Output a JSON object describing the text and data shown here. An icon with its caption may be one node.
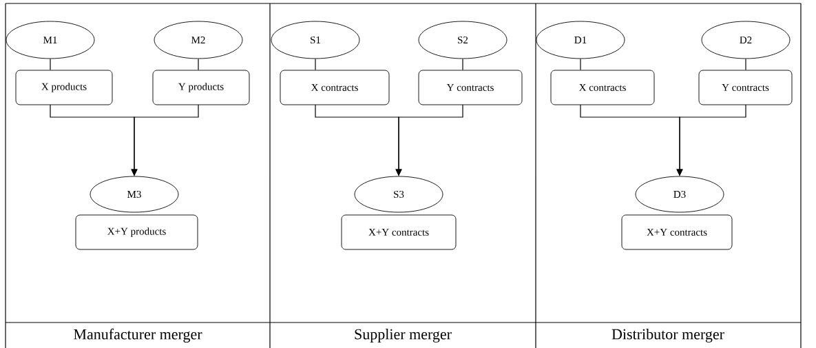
{
  "diagram": {
    "nodes": [
      {
        "text": [
          "M1"
        ]
      },
      {
        "text": [
          "X products"
        ]
      },
      {
        "text": [
          "M2"
        ]
      },
      {
        "text": [
          "Y products"
        ]
      },
      {
        "text": [
          "M3"
        ]
      },
      {
        "text": [
          "X+Y products"
        ]
      },
      {
        "text": [
          "S1"
        ]
      },
      {
        "text": [
          "X contracts"
        ]
      },
      {
        "text": [
          "S2"
        ]
      },
      {
        "text": [
          "Y contracts"
        ]
      },
      {
        "text": [
          "S3"
        ]
      },
      {
        "text": [
          "X+Y contracts"
        ]
      },
      {
        "text": [
          "D1"
        ]
      },
      {
        "text": [
          "X contracts"
        ]
      },
      {
        "text": [
          "D2"
        ]
      },
      {
        "text": [
          "Y contracts"
        ]
      },
      {
        "text": [
          "D3"
        ]
      },
      {
        "text": [
          "X+Y contracts"
        ]
      }
    ],
    "edges": [
      {
        "from": 0,
        "to": 1,
        "arrow": "none"
      },
      {
        "from": 2,
        "to": 3,
        "arrow": "none"
      },
      {
        "from": 1,
        "to": 4,
        "arrow": "to"
      },
      {
        "from": 3,
        "to": 4,
        "arrow": "to"
      },
      {
        "from": 6,
        "to": 7,
        "arrow": "none"
      },
      {
        "from": 8,
        "to": 9,
        "arrow": "none"
      },
      {
        "from": 7,
        "to": 10,
        "arrow": "to"
      },
      {
        "from": 9,
        "to": 10,
        "arrow": "to"
      },
      {
        "from": 12,
        "to": 13,
        "arrow": "none"
      },
      {
        "from": 14,
        "to": 15,
        "arrow": "none"
      },
      {
        "from": 13,
        "to": 16,
        "arrow": "to"
      },
      {
        "from": 15,
        "to": 16,
        "arrow": "to"
      }
    ],
    "labels": [
      "Manufacturer merger",
      "Supplier merger",
      "Distributor merger"
    ]
  }
}
